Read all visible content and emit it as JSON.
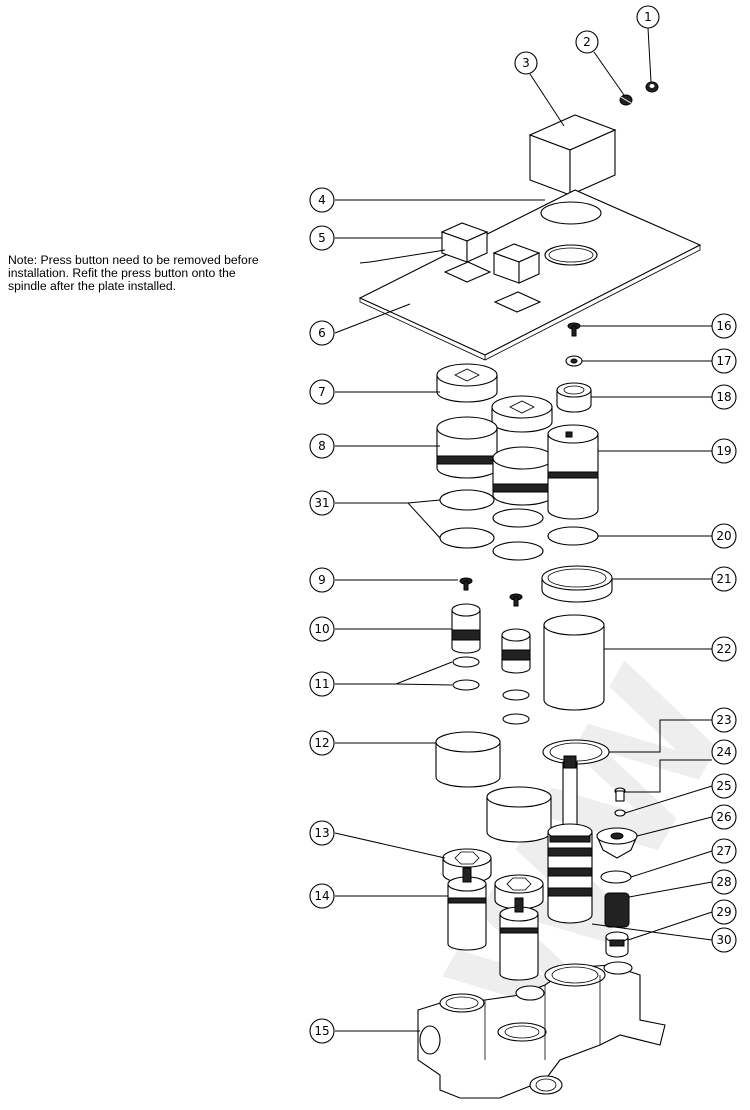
{
  "note": {
    "lines": [
      "Note: Press button need to be removed before",
      "installation. Refit the press button onto the",
      "spindle after the plate installed."
    ]
  },
  "callouts": [
    "1",
    "2",
    "3",
    "4",
    "5",
    "6",
    "7",
    "8",
    "9",
    "10",
    "11",
    "12",
    "13",
    "14",
    "15",
    "16",
    "17",
    "18",
    "19",
    "20",
    "21",
    "22",
    "23",
    "24",
    "25",
    "26",
    "27",
    "28",
    "29",
    "30",
    "31"
  ]
}
